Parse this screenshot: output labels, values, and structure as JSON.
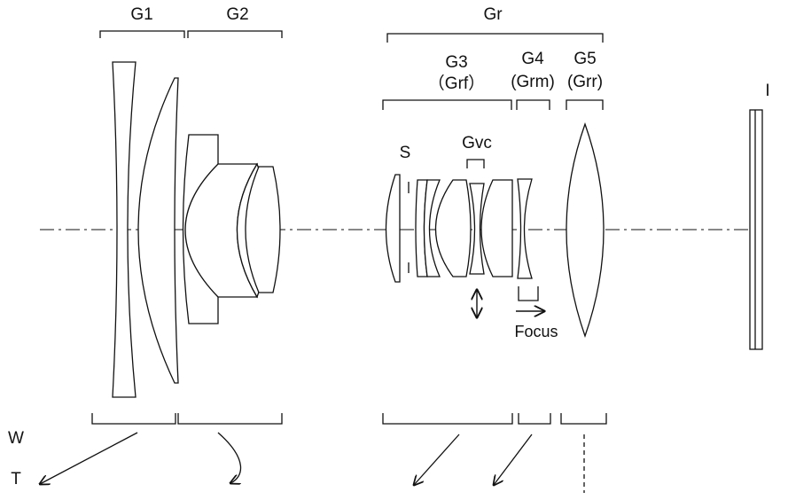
{
  "groups": {
    "g1": "G1",
    "g2": "G2",
    "gr": "Gr",
    "g3": "G3",
    "g3_sub": "（Grf）",
    "g4": "G4",
    "g4_sub": "(Grm)",
    "g5": "G5",
    "g5_sub": "(Grr)",
    "gvc": "Gvc",
    "stop": "S",
    "image_plane": "I"
  },
  "annotations": {
    "focus": "Focus",
    "wide": "W",
    "tele": "T"
  }
}
